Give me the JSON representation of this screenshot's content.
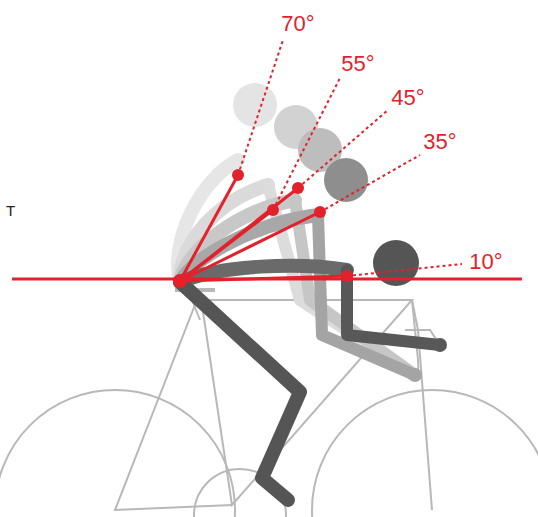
{
  "diagram": {
    "labels": [
      "70°",
      "55°",
      "45°",
      "35°",
      "10°",
      "T"
    ]
  }
}
